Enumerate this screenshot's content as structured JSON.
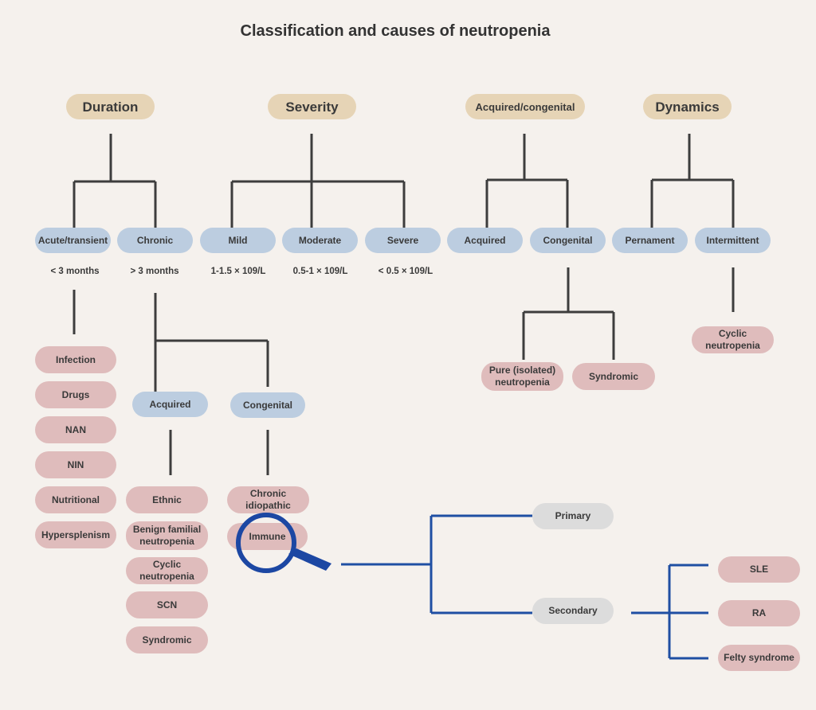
{
  "title": "Classification and causes of neutropenia",
  "categories": {
    "duration": "Duration",
    "severity": "Severity",
    "acquired_congenital": "Acquired/congenital",
    "dynamics": "Dynamics"
  },
  "duration": {
    "acute": "Acute/transient",
    "chronic": "Chronic",
    "acute_note": "< 3 months",
    "chronic_note": "> 3 months",
    "acute_causes": [
      "Infection",
      "Drugs",
      "NAN",
      "NIN",
      "Nutritional",
      "Hypersplenism"
    ],
    "chronic_acquired": "Acquired",
    "chronic_congenital": "Congenital",
    "acquired_causes": [
      "Ethnic",
      "Benign familial neutropenia",
      "Cyclic neutropenia",
      "SCN",
      "Syndromic"
    ],
    "congenital_causes": [
      "Chronic idiopathic",
      "Immune"
    ]
  },
  "severity": {
    "mild": "Mild",
    "moderate": "Moderate",
    "severe": "Severe",
    "mild_range": "1-1.5 × 109/L",
    "moderate_range": "0.5-1 × 109/L",
    "severe_range": "< 0.5 × 109/L"
  },
  "acq_cong": {
    "acquired": "Acquired",
    "congenital": "Congenital",
    "pure": "Pure (isolated) neutropenia",
    "syndromic": "Syndromic"
  },
  "dynamics": {
    "permanent": "Pernament",
    "intermittent": "Intermittent",
    "cyclic": "Cyclic neutropenia"
  },
  "immune": {
    "primary": "Primary",
    "secondary": "Secondary",
    "secondary_causes": [
      "SLE",
      "RA",
      "Felty syndrome"
    ]
  },
  "colors": {
    "category": "#e6d4b6",
    "subtype": "#bccde0",
    "cause": "#dfbcbc",
    "immune_type": "#dcdcdc",
    "tree_line": "#3d3d3d",
    "zoom_line": "#1f4fa3"
  }
}
